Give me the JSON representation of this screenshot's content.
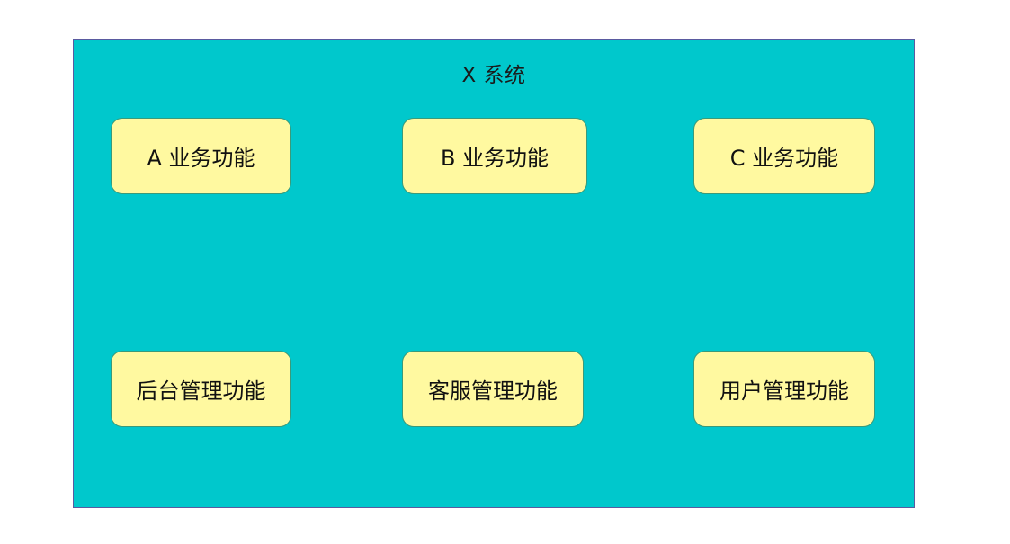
{
  "system": {
    "title": "X 系统",
    "background_color": "#00c8cc",
    "border_color": "#5a5aa0"
  },
  "box_style": {
    "fill": "#fff9a0",
    "border": "#3a9a7a",
    "text_color": "#111111"
  },
  "modules": {
    "business": [
      {
        "label": "A 业务功能"
      },
      {
        "label": "B 业务功能"
      },
      {
        "label": "C 业务功能"
      }
    ],
    "management": [
      {
        "label": "后台管理功能"
      },
      {
        "label": "客服管理功能"
      },
      {
        "label": "用户管理功能"
      }
    ]
  }
}
